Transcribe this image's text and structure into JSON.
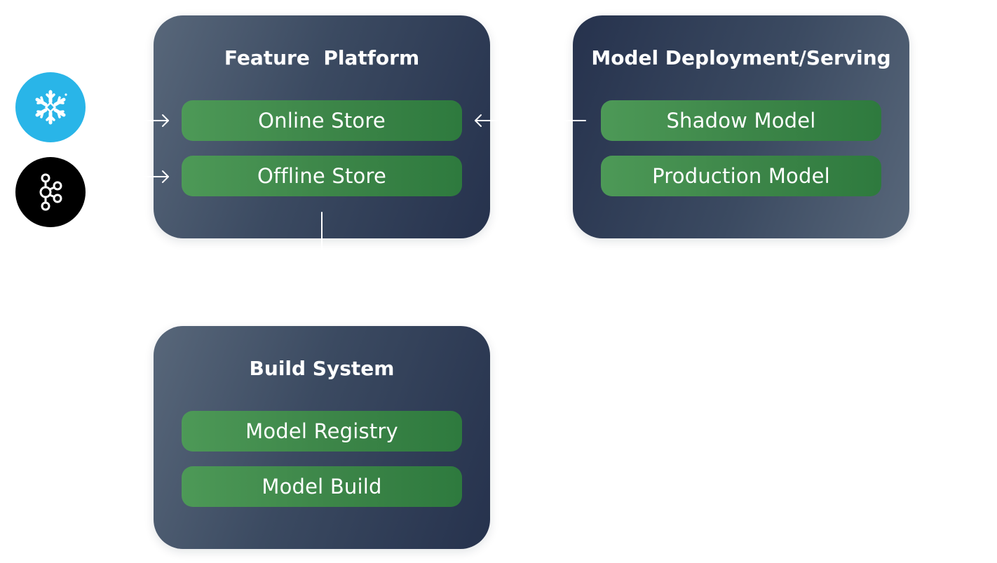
{
  "diagram": {
    "feature_platform": {
      "title": "Feature  Platform",
      "items": [
        "Online Store",
        "Offline Store"
      ]
    },
    "model_serving": {
      "title": "Model Deployment/Serving",
      "items": [
        "Shadow Model",
        "Production Model"
      ]
    },
    "build_system": {
      "title": "Build System",
      "items": [
        "Model Registry",
        "Model Build"
      ]
    },
    "sources": [
      {
        "icon": "snowflake-icon",
        "color": "#29b5e8"
      },
      {
        "icon": "kafka-icon",
        "color": "#000000"
      }
    ]
  },
  "colors": {
    "panel_dark": "#26324d",
    "panel_light": "#58677a",
    "pill_green": "#3c8548",
    "connector": "#ffffff"
  }
}
